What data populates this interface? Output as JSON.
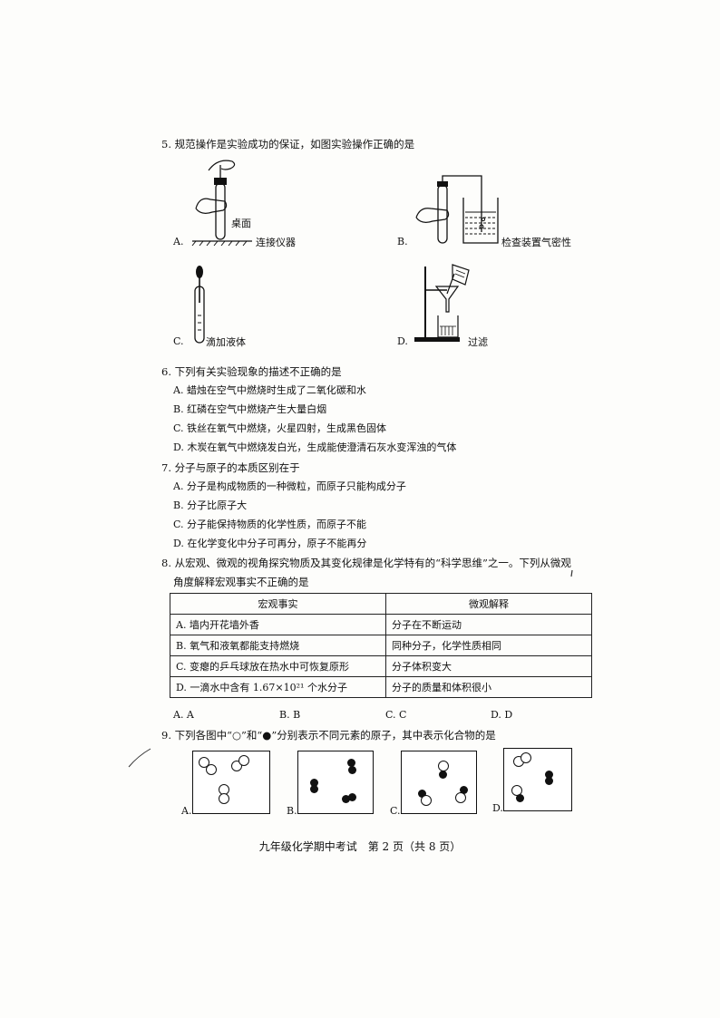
{
  "q5": {
    "stem": "5. 规范操作是实验成功的保证，如图实验操作正确的是",
    "options": [
      {
        "letter": "A.",
        "caption": "连接仪器",
        "note": "桌面"
      },
      {
        "letter": "B.",
        "caption": "检查装置气密性"
      },
      {
        "letter": "C.",
        "caption": "滴加液体"
      },
      {
        "letter": "D.",
        "caption": "过滤"
      }
    ]
  },
  "q6": {
    "stem": "6. 下列有关实验现象的描述不正确的是",
    "options": [
      "A. 蜡烛在空气中燃烧时生成了二氧化碳和水",
      "B. 红磷在空气中燃烧产生大量白烟",
      "C. 铁丝在氧气中燃烧，火星四射，生成黑色固体",
      "D. 木炭在氧气中燃烧发白光，生成能使澄清石灰水变浑浊的气体"
    ]
  },
  "q7": {
    "stem": "7. 分子与原子的本质区别在于",
    "options": [
      "A. 分子是构成物质的一种微粒，而原子只能构成分子",
      "B. 分子比原子大",
      "C. 分子能保持物质的化学性质，而原子不能",
      "D. 在化学变化中分子可再分，原子不能再分"
    ]
  },
  "q8": {
    "stem_line1": "8. 从宏观、微观的视角探究物质及其变化规律是化学特有的“科学思维”之一。下列从微观",
    "stem_line2": "角度解释宏观事实不正确的是",
    "headers": [
      "宏观事实",
      "微观解释"
    ],
    "rows": [
      [
        "A. 墙内开花墙外香",
        "分子在不断运动"
      ],
      [
        "B. 氧气和液氧都能支持燃烧",
        "同种分子，化学性质相同"
      ],
      [
        "C. 变瘪的乒乓球放在热水中可恢复原形",
        "分子体积变大"
      ],
      [
        "D. 一滴水中含有 1.67×10²¹ 个水分子",
        "分子的质量和体积很小"
      ]
    ],
    "choices": [
      "A. A",
      "B. B",
      "C. C",
      "D. D"
    ]
  },
  "q9": {
    "stem": "9. 下列各图中“○”和“●”分别表示不同元素的原子，其中表示化合物的是",
    "labels": [
      "A.",
      "B.",
      "C.",
      "D."
    ]
  },
  "footer": "九年级化学期中考试　第 2 页（共 8 页）"
}
